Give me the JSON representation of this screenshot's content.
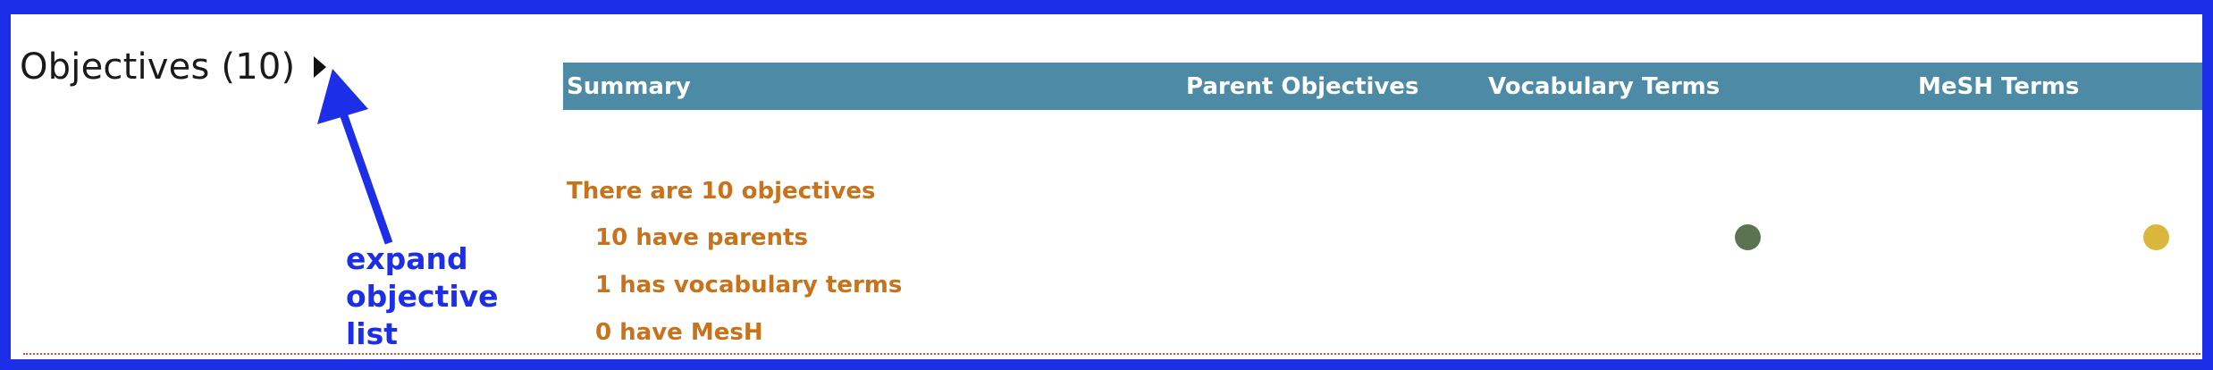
{
  "objectives": {
    "title": "Objectives (10)",
    "expand_icon": "caret-right-icon"
  },
  "annotation": {
    "lines": [
      "expand",
      "objective",
      "list"
    ],
    "color": "#1c2ee8"
  },
  "table": {
    "header_bg": "#4c8aa6",
    "columns": [
      "Summary",
      "Parent Objectives",
      "Vocabulary Terms",
      "MeSH Terms"
    ],
    "rows": [
      "There are 10 objectives",
      "10 have parents",
      "1 has vocabulary terms",
      "0 have MesH"
    ],
    "status": {
      "parent": {
        "icon": "filled-circle-icon",
        "color": "#5b7351"
      },
      "vocabulary": {
        "icon": "filled-circle-icon",
        "color": "#d9b73c"
      },
      "mesh": {
        "icon": "prohibited-icon",
        "color": "#c8304a"
      }
    },
    "text_color": "#c8731c"
  }
}
